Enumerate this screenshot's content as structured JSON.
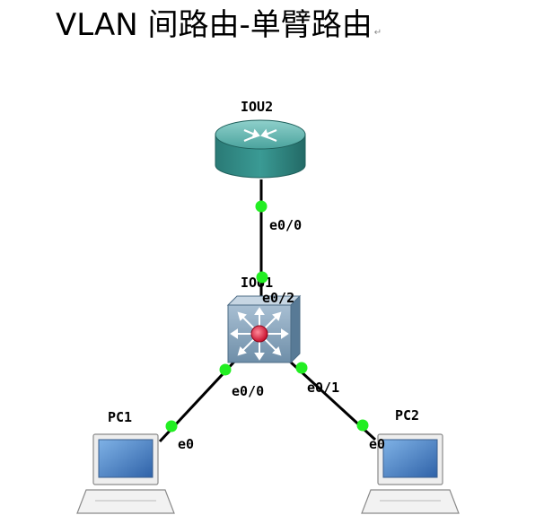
{
  "title": {
    "text": "VLAN 间路由-单臂路由",
    "mark": "↵"
  },
  "colors": {
    "link": "#000000",
    "port_dot": "#22ee22",
    "router_body": "#2f8f8a",
    "router_top": "#5fb8b2",
    "switch_body": "#6f8fa8",
    "switch_top": "#a9c0d4",
    "switch_center": "#e0304a",
    "pc_screen": "#4f86c6"
  },
  "nodes": {
    "router": {
      "label": "IOU2",
      "icon": "router-icon"
    },
    "switch": {
      "label": "IOU1",
      "icon": "multilayer-switch-icon"
    },
    "pc1": {
      "label": "PC1",
      "icon": "laptop-icon"
    },
    "pc2": {
      "label": "PC2",
      "icon": "laptop-icon"
    }
  },
  "links": [
    {
      "from": "IOU2",
      "from_port": "e0/0",
      "to": "IOU1",
      "to_port": "e0/2"
    },
    {
      "from": "IOU1",
      "from_port": "e0/0",
      "to": "PC1",
      "to_port": "e0"
    },
    {
      "from": "IOU1",
      "from_port": "e0/1",
      "to": "PC2",
      "to_port": "e0"
    }
  ]
}
